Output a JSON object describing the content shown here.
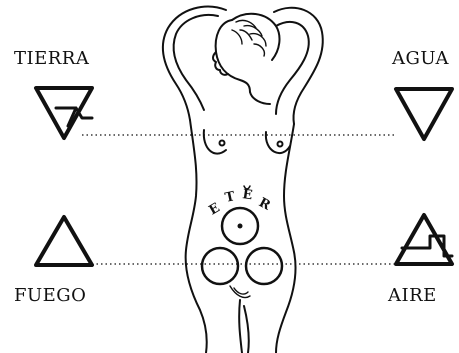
{
  "labels": {
    "tierra": "TIERRA",
    "agua": "AGUA",
    "fuego": "FUEGO",
    "aire": "AIRE",
    "eter": [
      "E",
      "T",
      "E",
      "R"
    ]
  },
  "ink_color": "#111111",
  "background_color": "#ffffff"
}
